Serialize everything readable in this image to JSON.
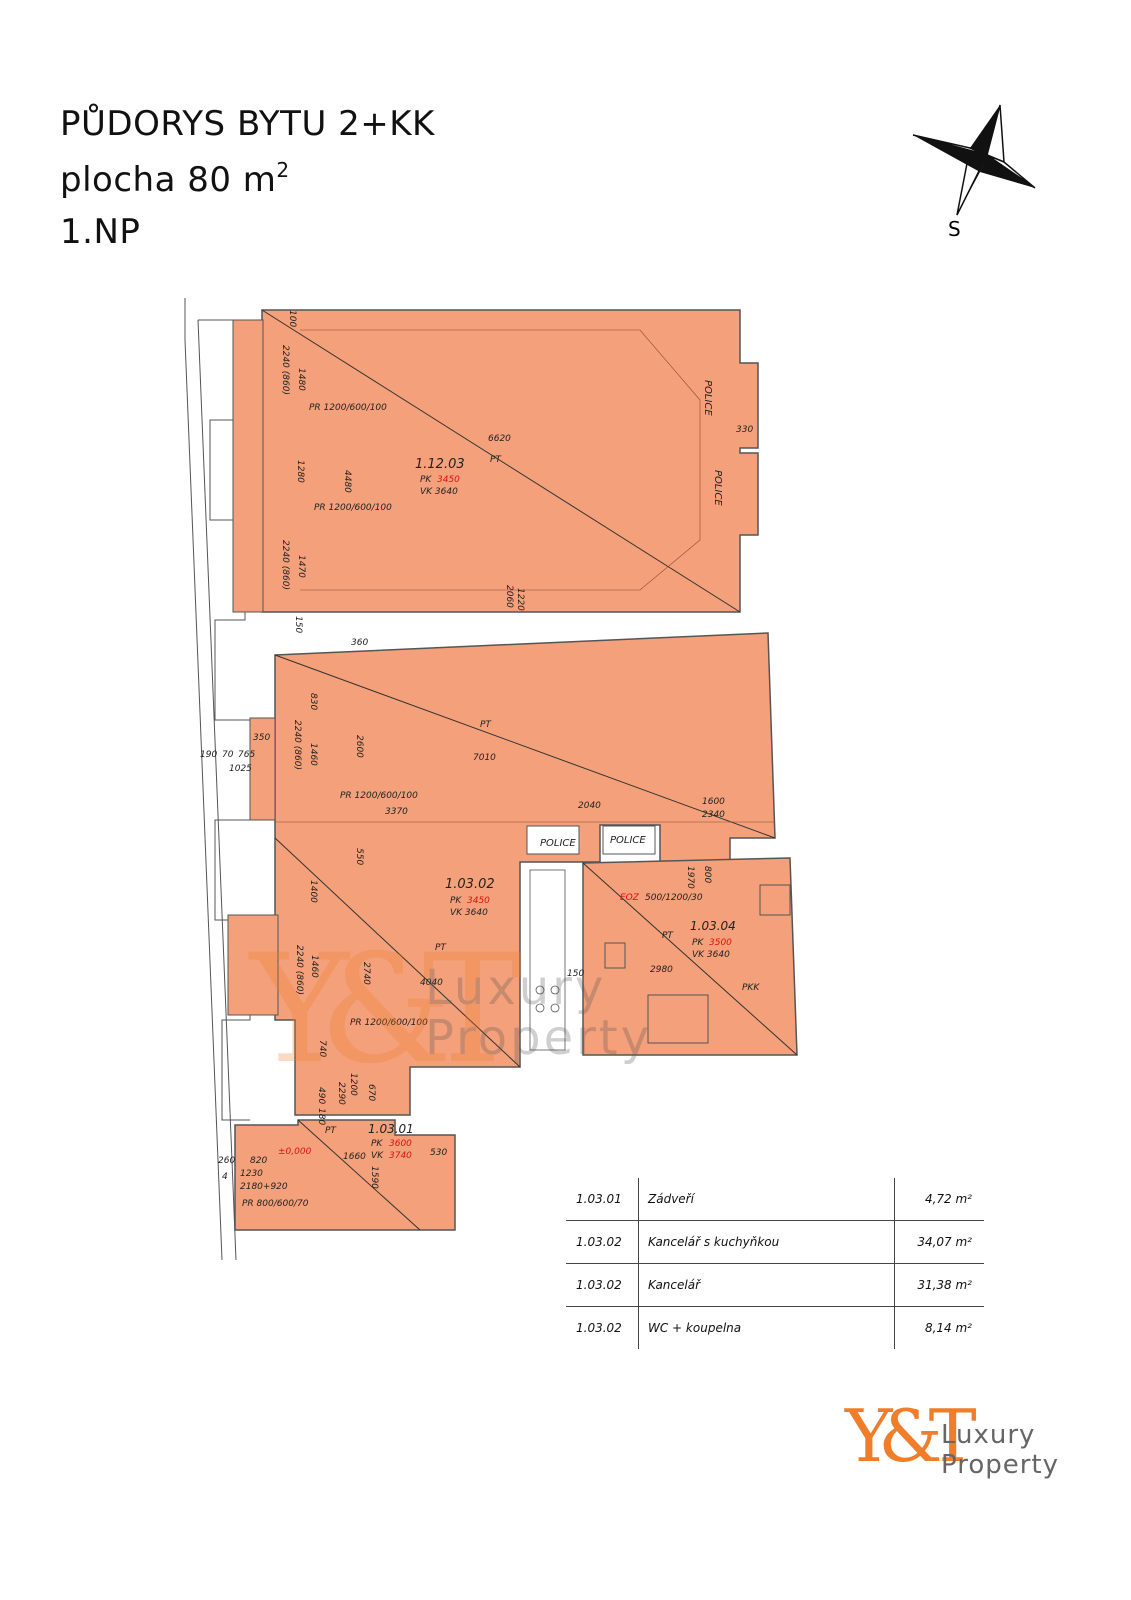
{
  "header": {
    "line1": "PŮDORYS BYTU 2+KK",
    "line2_prefix": "plocha 80 m",
    "line2_sup": "2",
    "line3": "1.NP"
  },
  "compass": {
    "label": "S"
  },
  "colors": {
    "room_fill": "#f4a07a",
    "wall_line": "#555555",
    "accent": "#f07d2a",
    "dim_red": "#dd1111"
  },
  "rooms": [
    {
      "id": "1.12.03",
      "pk_label": "PK",
      "pk_value": "3450",
      "vk": "VK 3640",
      "pt": "PT"
    },
    {
      "id": "1.03.02",
      "pk_label": "PK",
      "pk_value": "3450",
      "vk": "VK 3640",
      "pt": "PT"
    },
    {
      "id": "1.03.04",
      "pk_label": "PK",
      "pk_value": "3500",
      "vk": "VK 3640",
      "pt": "PT"
    },
    {
      "id": "1.03.01",
      "pk_label": "PK",
      "pk_value": "3600",
      "vk_label": "VK",
      "vk_value": "3740",
      "pt": "PT"
    }
  ],
  "labels": {
    "police": "POLICE",
    "pr1": "PR 1200/600/100",
    "pr2": "PR 1200/600/100",
    "pr3": "PR 1200/600/100",
    "pr4": "PR 1200/600/100",
    "pr5": "PR 800/600/70",
    "eoz": "EOZ",
    "eoz_dim": "500/1200/30",
    "pkk": "PKK",
    "level": "±0,000"
  },
  "dims": {
    "d100": "100",
    "d1480": "1480",
    "d2240a": "2240 (860)",
    "d6620": "6620",
    "d330": "330",
    "d1280": "1280",
    "d4480": "4480",
    "d1470": "1470",
    "d2240b": "2240 (860)",
    "d1220": "1220",
    "d2060": "2060",
    "d150a": "150",
    "d360": "360",
    "d830": "830",
    "d2240c": "2240 (860)",
    "d1460a": "1460",
    "d2600": "2600",
    "d350": "350",
    "d190": "190",
    "d70": "70",
    "d765": "765",
    "d1025": "1025",
    "d7010": "7010",
    "d3370": "3370",
    "d2040": "2040",
    "d1600": "1600",
    "d2340": "2340",
    "d550": "550",
    "d800": "800",
    "d1970": "1970",
    "d1400": "1400",
    "d2240d": "2240 (860)",
    "d1460b": "1460",
    "d2740": "2740",
    "d4040": "4040",
    "d150b": "150",
    "d2980": "2980",
    "d740": "740",
    "d490": "490",
    "d180": "180",
    "d2290": "2290",
    "d1200": "1200",
    "d670": "670",
    "d260": "260",
    "d4": "4",
    "d820": "820",
    "d1230": "1230",
    "d2180": "2180+920",
    "d1660": "1660",
    "d1590": "1590",
    "d530": "530"
  },
  "area_table": [
    {
      "code": "1.03.01",
      "name": "Zádveří",
      "area": "4,72 m²"
    },
    {
      "code": "1.03.02",
      "name": "Kancelář s kuchyňkou",
      "area": "34,07 m²"
    },
    {
      "code": "1.03.02",
      "name": "Kancelář",
      "area": "31,38 m²"
    },
    {
      "code": "1.03.02",
      "name": "WC + koupelna",
      "area": "8,14 m²"
    }
  ],
  "logo": {
    "mark": "Y&T",
    "line1": "Luxury",
    "line2": "Property"
  },
  "watermark": {
    "mark": "Y&T",
    "line1": "Luxury",
    "line2": "Property"
  }
}
